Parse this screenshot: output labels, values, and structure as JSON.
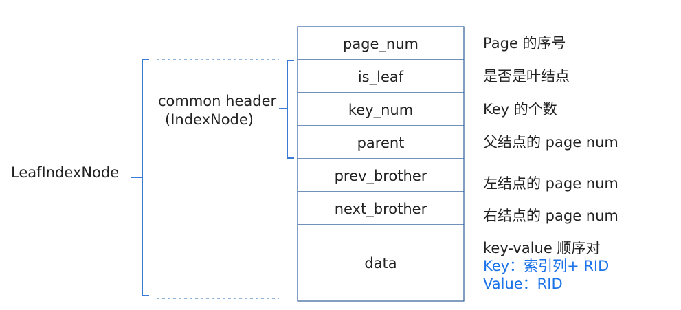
{
  "struct_label": "LeafIndexNode",
  "header_label": {
    "line1": "common header",
    "line2": "(IndexNode)"
  },
  "fields": [
    {
      "name": "page_num",
      "description": "Page 的序号"
    },
    {
      "name": "is_leaf",
      "description": "是否是叶结点"
    },
    {
      "name": "key_num",
      "description": "Key 的个数"
    },
    {
      "name": "parent",
      "description": "父结点的 page num"
    },
    {
      "name": "prev_brother",
      "description": "左结点的 page num"
    },
    {
      "name": "next_brother",
      "description": "右结点的 page num"
    },
    {
      "name": "data",
      "description": "key-value 顺序对"
    }
  ],
  "data_notes": [
    "Key：索引列+ RID",
    "Value：RID"
  ],
  "colors": {
    "bracket": "#3a7bd5",
    "dashed": "#4a86c8",
    "cell_border": "#2f5f9a",
    "note_text": "#1a73e8"
  }
}
